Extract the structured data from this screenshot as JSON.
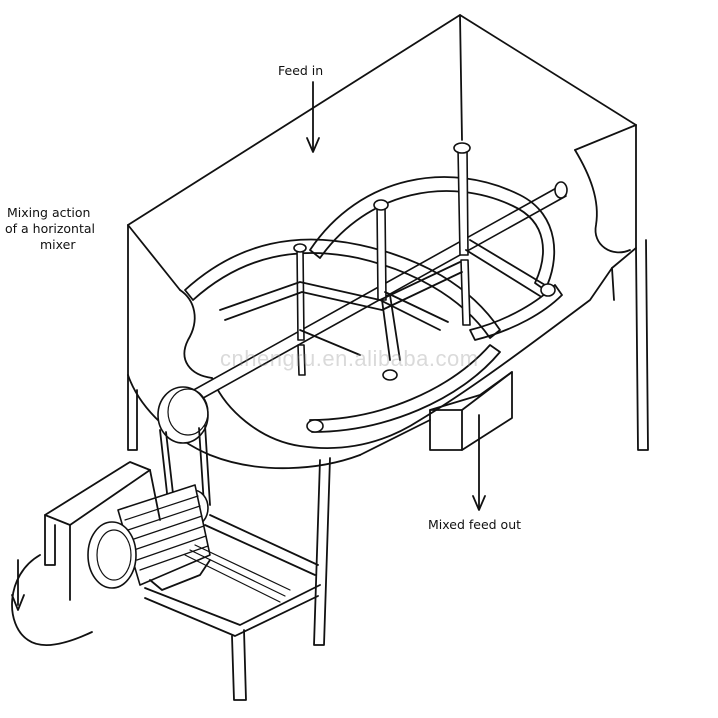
{
  "diagram": {
    "labels": {
      "feed_in": "Feed in",
      "mixing_line1": "Mixing action",
      "mixing_line2": "of a horizontal",
      "mixing_line3": "mixer",
      "mixed_out": "Mixed feed out"
    },
    "watermark": "cnhengru.en.alibaba.com",
    "ink_color": "#111111"
  }
}
